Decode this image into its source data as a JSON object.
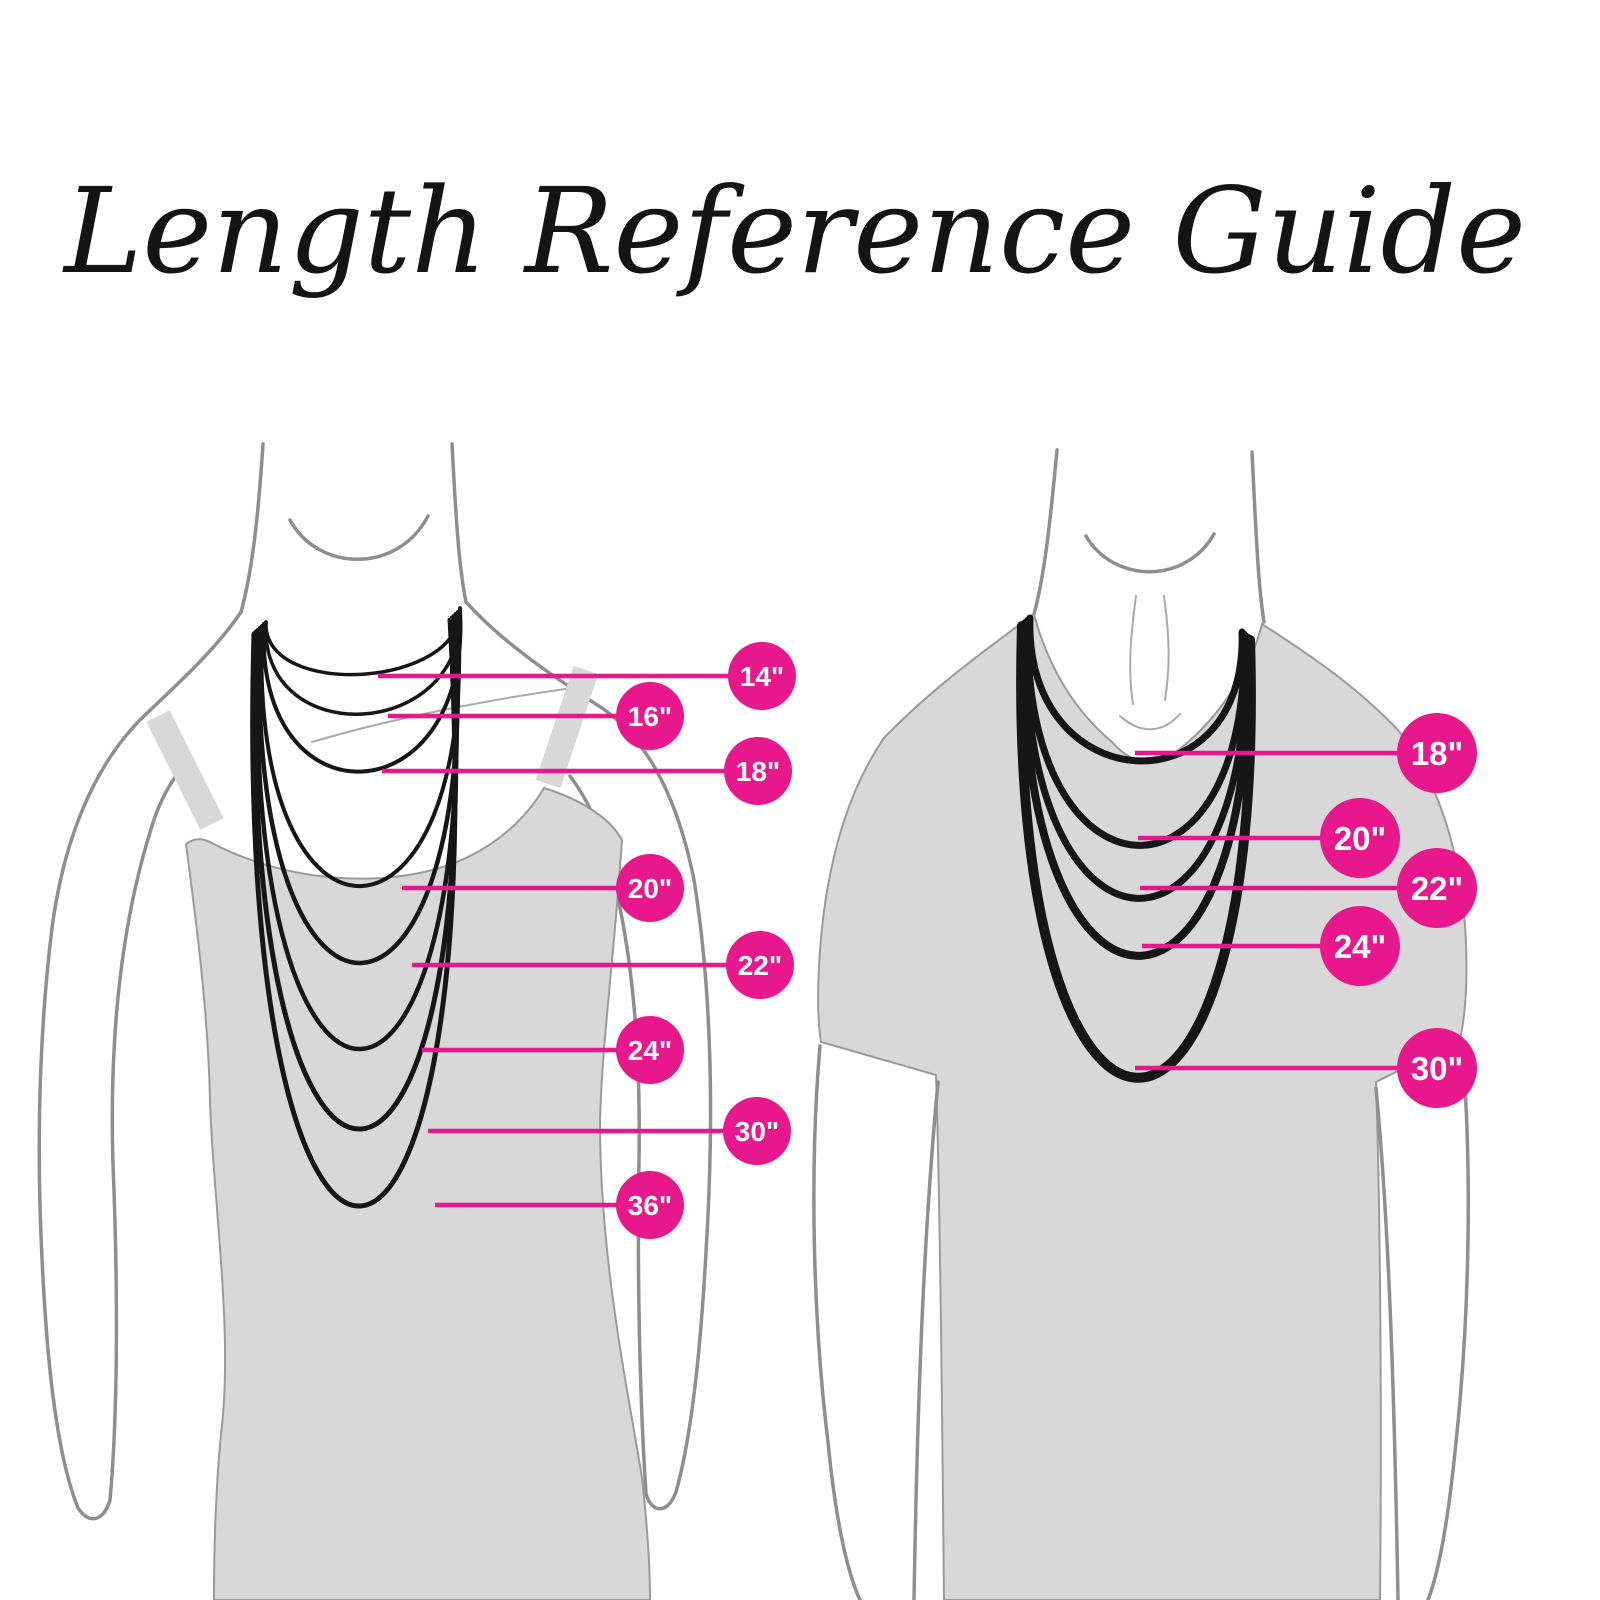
{
  "title": "Length Reference Guide",
  "colors": {
    "accent_pink": "#e7178c",
    "figure_fill": "#d8d8d8",
    "figure_outline": "#8e8e8e",
    "necklace_black": "#161616",
    "badge_text": "#ffffff"
  },
  "female_figure": {
    "description": "woman silhouette wearing layered necklaces",
    "badges": [
      {
        "label": "14\""
      },
      {
        "label": "16\""
      },
      {
        "label": "18\""
      },
      {
        "label": "20\""
      },
      {
        "label": "22\""
      },
      {
        "label": "24\""
      },
      {
        "label": "30\""
      },
      {
        "label": "36\""
      }
    ]
  },
  "male_figure": {
    "description": "man silhouette wearing layered necklaces",
    "badges": [
      {
        "label": "18\""
      },
      {
        "label": "20\""
      },
      {
        "label": "22\""
      },
      {
        "label": "24\""
      },
      {
        "label": "30\""
      }
    ]
  }
}
